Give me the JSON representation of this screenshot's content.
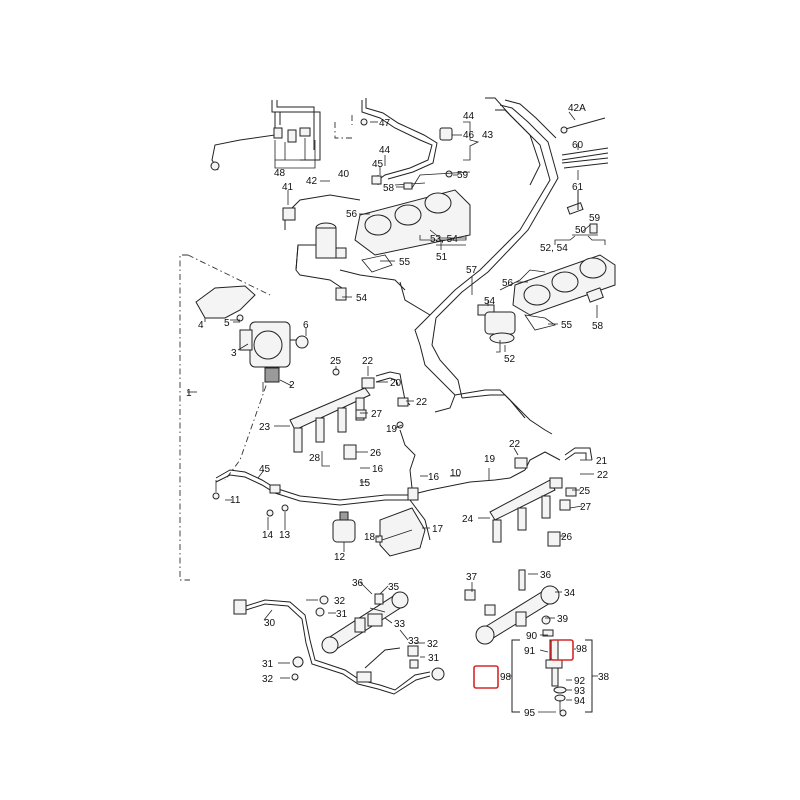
{
  "diagram": {
    "callouts": [
      {
        "id": "c-42A",
        "text": "42A"
      },
      {
        "id": "c-44a",
        "text": "44"
      },
      {
        "id": "c-43",
        "text": "43"
      },
      {
        "id": "c-47",
        "text": "47"
      },
      {
        "id": "c-46",
        "text": "46"
      },
      {
        "id": "c-45a",
        "text": "45"
      },
      {
        "id": "c-44b",
        "text": "44"
      },
      {
        "id": "c-60",
        "text": "60"
      },
      {
        "id": "c-48",
        "text": "48"
      },
      {
        "id": "c-41",
        "text": "41"
      },
      {
        "id": "c-42",
        "text": "42"
      },
      {
        "id": "c-40",
        "text": "40"
      },
      {
        "id": "c-58a",
        "text": "58"
      },
      {
        "id": "c-59a",
        "text": "59"
      },
      {
        "id": "c-61",
        "text": "61"
      },
      {
        "id": "c-56a",
        "text": "56"
      },
      {
        "id": "c-53-54",
        "text": "53, 54"
      },
      {
        "id": "c-51",
        "text": "51"
      },
      {
        "id": "c-59b",
        "text": "59"
      },
      {
        "id": "c-50",
        "text": "50"
      },
      {
        "id": "c-52-54",
        "text": "52, 54"
      },
      {
        "id": "c-55a",
        "text": "55"
      },
      {
        "id": "c-57",
        "text": "57"
      },
      {
        "id": "c-56b",
        "text": "56"
      },
      {
        "id": "c-54a",
        "text": "54"
      },
      {
        "id": "c-54b",
        "text": "54"
      },
      {
        "id": "c-55b",
        "text": "55"
      },
      {
        "id": "c-58b",
        "text": "58"
      },
      {
        "id": "c-52",
        "text": "52"
      },
      {
        "id": "c-4",
        "text": "4"
      },
      {
        "id": "c-5",
        "text": "5"
      },
      {
        "id": "c-6",
        "text": "6"
      },
      {
        "id": "c-3",
        "text": "3"
      },
      {
        "id": "c-2",
        "text": "2"
      },
      {
        "id": "c-1",
        "text": "1"
      },
      {
        "id": "c-25a",
        "text": "25"
      },
      {
        "id": "c-22a",
        "text": "22"
      },
      {
        "id": "c-20",
        "text": "20"
      },
      {
        "id": "c-22b",
        "text": "22"
      },
      {
        "id": "c-27a",
        "text": "27"
      },
      {
        "id": "c-23",
        "text": "23"
      },
      {
        "id": "c-19a",
        "text": "19"
      },
      {
        "id": "c-28",
        "text": "28"
      },
      {
        "id": "c-26a",
        "text": "26"
      },
      {
        "id": "c-16a",
        "text": "16"
      },
      {
        "id": "c-15",
        "text": "15"
      },
      {
        "id": "c-22c",
        "text": "22"
      },
      {
        "id": "c-19b",
        "text": "19"
      },
      {
        "id": "c-16b",
        "text": "16"
      },
      {
        "id": "c-10",
        "text": "10"
      },
      {
        "id": "c-21",
        "text": "21"
      },
      {
        "id": "c-22d",
        "text": "22"
      },
      {
        "id": "c-45b",
        "text": "45"
      },
      {
        "id": "c-11",
        "text": "11"
      },
      {
        "id": "c-25b",
        "text": "25"
      },
      {
        "id": "c-27b",
        "text": "27"
      },
      {
        "id": "c-24",
        "text": "24"
      },
      {
        "id": "c-26b",
        "text": "26"
      },
      {
        "id": "c-14",
        "text": "14"
      },
      {
        "id": "c-13",
        "text": "13"
      },
      {
        "id": "c-12",
        "text": "12"
      },
      {
        "id": "c-18",
        "text": "18"
      },
      {
        "id": "c-17",
        "text": "17"
      },
      {
        "id": "c-36a",
        "text": "36"
      },
      {
        "id": "c-35",
        "text": "35"
      },
      {
        "id": "c-37",
        "text": "37"
      },
      {
        "id": "c-36b",
        "text": "36"
      },
      {
        "id": "c-34",
        "text": "34"
      },
      {
        "id": "c-32a",
        "text": "32"
      },
      {
        "id": "c-31a",
        "text": "31"
      },
      {
        "id": "c-33a",
        "text": "33"
      },
      {
        "id": "c-39",
        "text": "39"
      },
      {
        "id": "c-30",
        "text": "30"
      },
      {
        "id": "c-33b",
        "text": "33"
      },
      {
        "id": "c-90",
        "text": "90"
      },
      {
        "id": "c-32b",
        "text": "32"
      },
      {
        "id": "c-91",
        "text": "91"
      },
      {
        "id": "c-98a",
        "text": "98"
      },
      {
        "id": "c-31b",
        "text": "31"
      },
      {
        "id": "c-31c",
        "text": "31"
      },
      {
        "id": "c-98b",
        "text": "98"
      },
      {
        "id": "c-38",
        "text": "38"
      },
      {
        "id": "c-32c",
        "text": "32"
      },
      {
        "id": "c-92",
        "text": "92"
      },
      {
        "id": "c-93",
        "text": "93"
      },
      {
        "id": "c-94",
        "text": "94"
      },
      {
        "id": "c-95",
        "text": "95"
      }
    ],
    "highlight_color": "#d62828",
    "line_color": "#222222"
  }
}
